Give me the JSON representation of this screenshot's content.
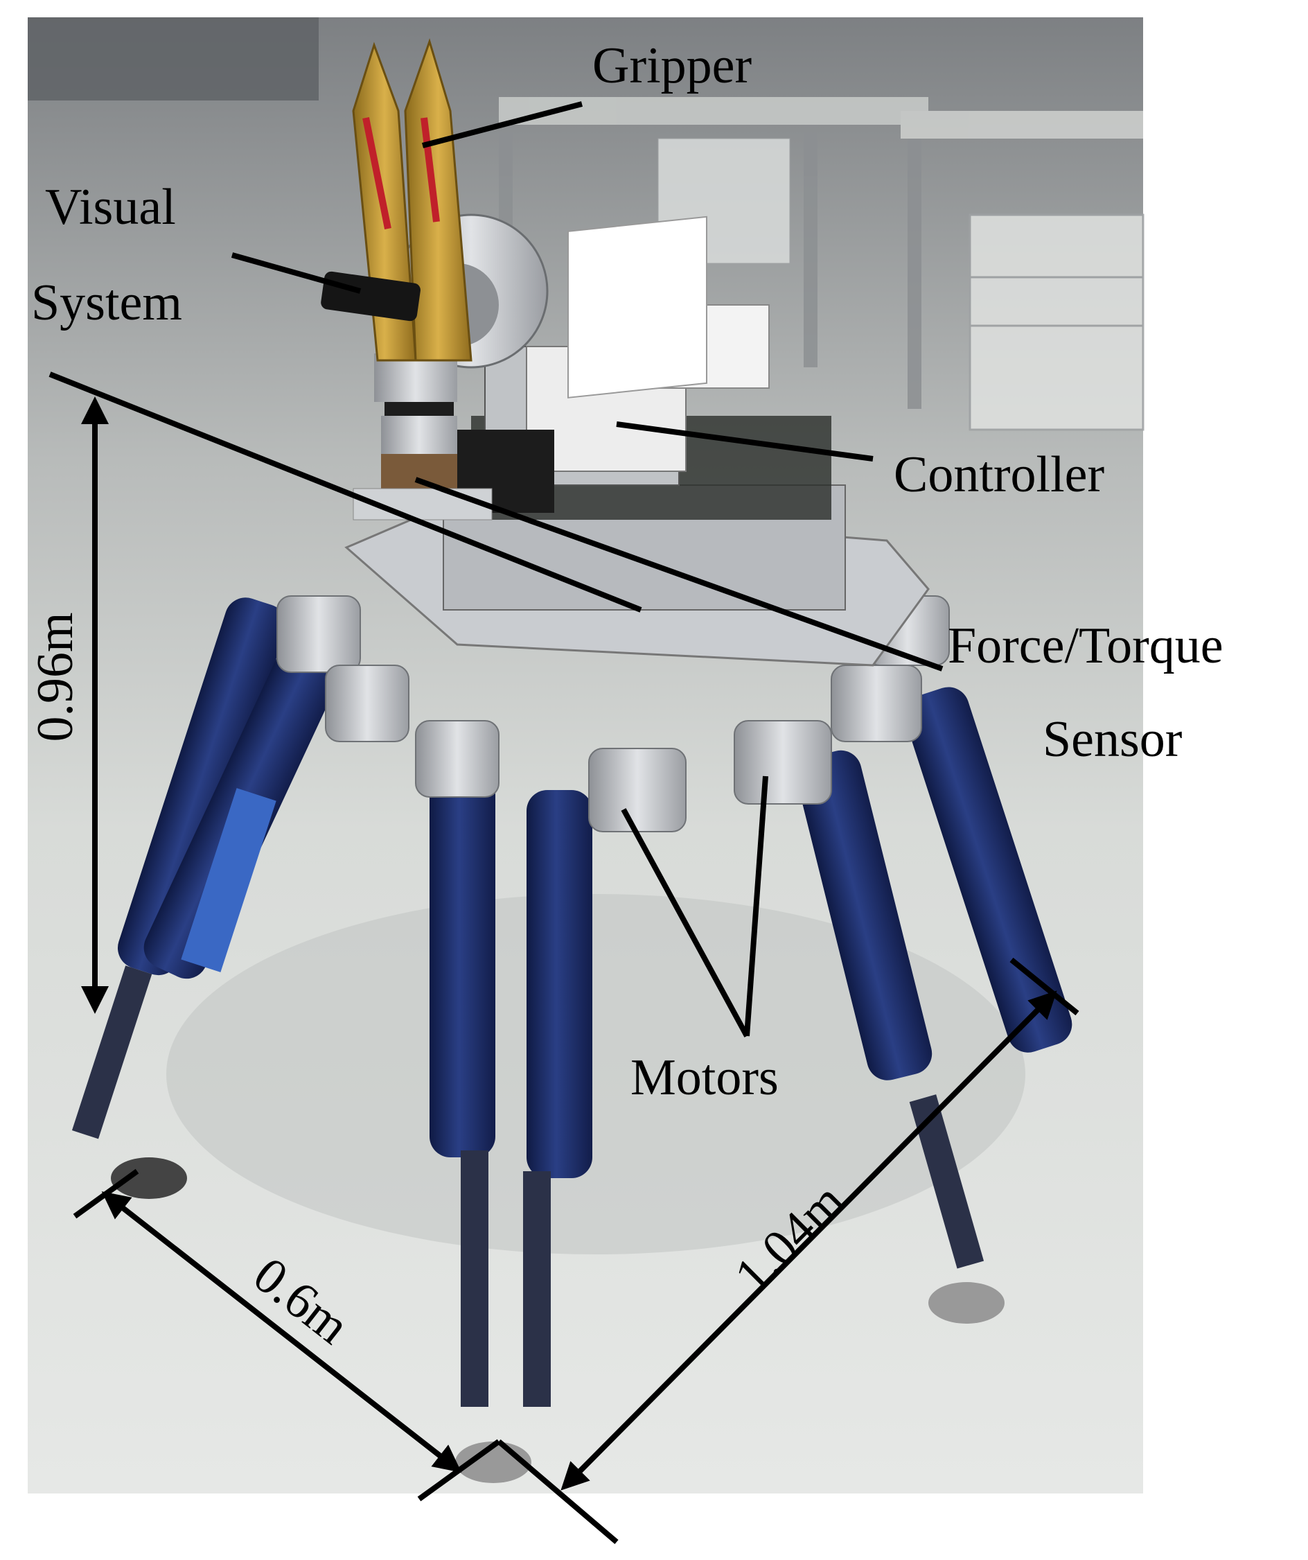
{
  "labels": {
    "gripper": "Gripper",
    "visual_line1": "Visual",
    "visual_line2": "System",
    "controller": "Controller",
    "force_line1": "Force/Torque",
    "force_line2": "Sensor",
    "motors": "Motors"
  },
  "dimensions": {
    "height": "0.96m",
    "width": "0.6m",
    "depth": "1.04m"
  },
  "colors": {
    "leg_blue": "#1c2e66",
    "gripper_gold": "#b8902a",
    "floor": "#d9dcd9",
    "metal": "#b9bcc0"
  }
}
